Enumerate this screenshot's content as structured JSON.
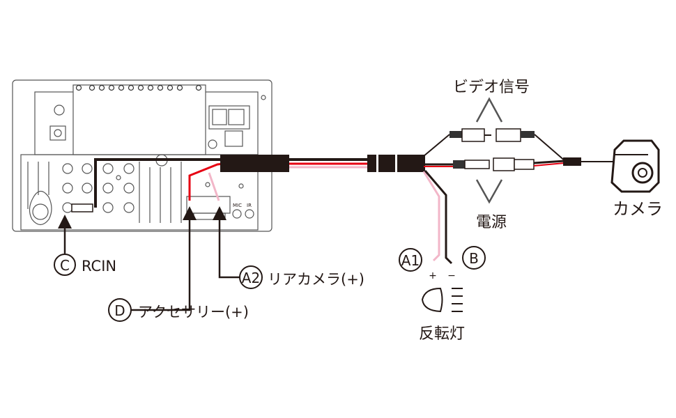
{
  "labels": {
    "video_signal": "ビデオ信号",
    "power": "電源",
    "camera": "カメラ",
    "reverse_light": "反転灯",
    "plus": "+",
    "minus": "−",
    "mic": "MIC",
    "ir": "IR"
  },
  "markers": {
    "a1": "A1",
    "b": "B",
    "c": "C",
    "c_text": "RCIN",
    "a2": "A2",
    "a2_text": "リアカメラ(+)",
    "d": "D",
    "d_text": "アクセサリー(+)"
  },
  "colors": {
    "wire_black": "#231815",
    "wire_red": "#e60012",
    "wire_pink": "#f2b6c8",
    "outline": "#555555"
  }
}
